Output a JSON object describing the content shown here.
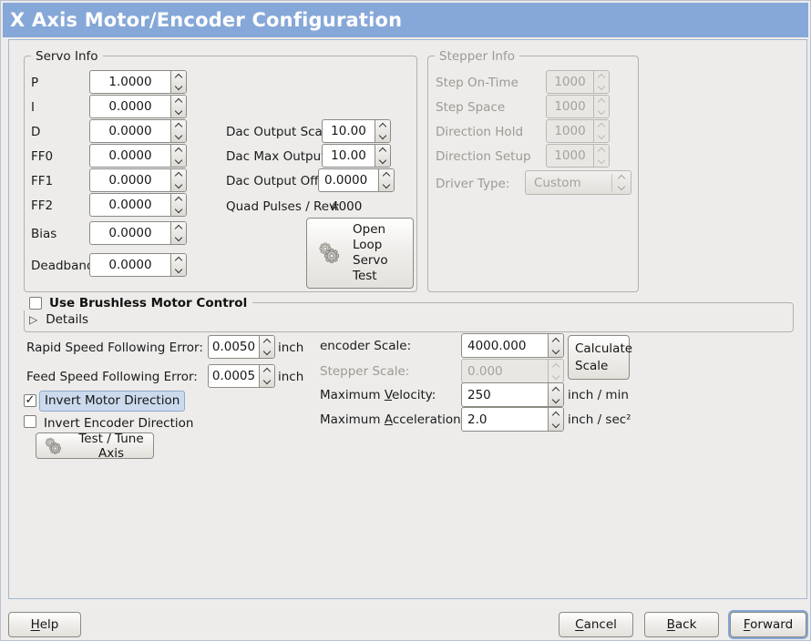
{
  "window": {
    "title": "X Axis Motor/Encoder Configuration"
  },
  "colors": {
    "titlebar": "#86a8d8",
    "background": "#edeceb",
    "focus_ring": "#84a6d4",
    "focus_label_highlight": "#ccdaed",
    "content_frame_border": "#a3b8d4"
  },
  "icons": {
    "details_arrow": "▷",
    "checkmark": "✓"
  },
  "servo_info": {
    "legend": "Servo Info",
    "rows": [
      {
        "label": "P",
        "value": "1.0000"
      },
      {
        "label": "I",
        "value": "0.0000"
      },
      {
        "label": "D",
        "value": "0.0000"
      },
      {
        "label": "FF0",
        "value": "0.0000"
      },
      {
        "label": "FF1",
        "value": "0.0000"
      },
      {
        "label": "FF2",
        "value": "0.0000"
      },
      {
        "label": "Bias",
        "value": "0.0000"
      },
      {
        "label": "Deadband",
        "value": "0.0000"
      }
    ]
  },
  "dac": {
    "rows": [
      {
        "label": "Dac Output Scale:",
        "value": "10.00"
      },
      {
        "label": "Dac Max Output:",
        "value": "10.00"
      },
      {
        "label": "Dac Output Offset:",
        "value": "0.0000"
      }
    ],
    "quad_label": "Quad Pulses / Rev:",
    "quad_value": "4000",
    "open_loop_lines": [
      "Open",
      "Loop",
      "Servo",
      "Test"
    ]
  },
  "stepper_info": {
    "legend": "Stepper Info",
    "rows": [
      {
        "label": "Step On-Time",
        "value": "1000"
      },
      {
        "label": "Step Space",
        "value": "1000"
      },
      {
        "label": "Direction Hold",
        "value": "1000"
      },
      {
        "label": "Direction Setup",
        "value": "1000"
      }
    ],
    "driver_type_label": "Driver Type:",
    "driver_type_value": "Custom"
  },
  "brushless": {
    "checkbox_label": "Use Brushless Motor Control",
    "details_label": "Details"
  },
  "following_error": {
    "rapid_label": "Rapid Speed Following Error:",
    "rapid_value": "0.0050",
    "rapid_unit": "inch",
    "feed_label": "Feed Speed Following Error:",
    "feed_value": "0.0005",
    "feed_unit": "inch"
  },
  "scale": {
    "encoder_label": "encoder Scale:",
    "encoder_value": "4000.000",
    "stepper_label": "Stepper Scale:",
    "stepper_value": "0.000",
    "calculate_lines": [
      "Calculate",
      "Scale"
    ],
    "velocity_label": {
      "pre": "Maximum ",
      "mn": "V",
      "post": "elocity:"
    },
    "velocity_value": "250",
    "velocity_unit": "inch / min",
    "accel_label": {
      "pre": "Maximum ",
      "mn": "A",
      "post": "cceleration:"
    },
    "accel_value": "2.0",
    "accel_unit": "inch / sec²"
  },
  "toggles": {
    "invert_motor_label": "Invert Motor Direction",
    "invert_encoder_label": "Invert Encoder Direction"
  },
  "test_tune_label": "Test / Tune Axis",
  "footer": {
    "help": {
      "mn": "H",
      "post": "elp"
    },
    "cancel": {
      "mn": "C",
      "post": "ancel"
    },
    "back": {
      "mn": "B",
      "post": "ack"
    },
    "forward": {
      "mn": "F",
      "post": "orward"
    }
  }
}
